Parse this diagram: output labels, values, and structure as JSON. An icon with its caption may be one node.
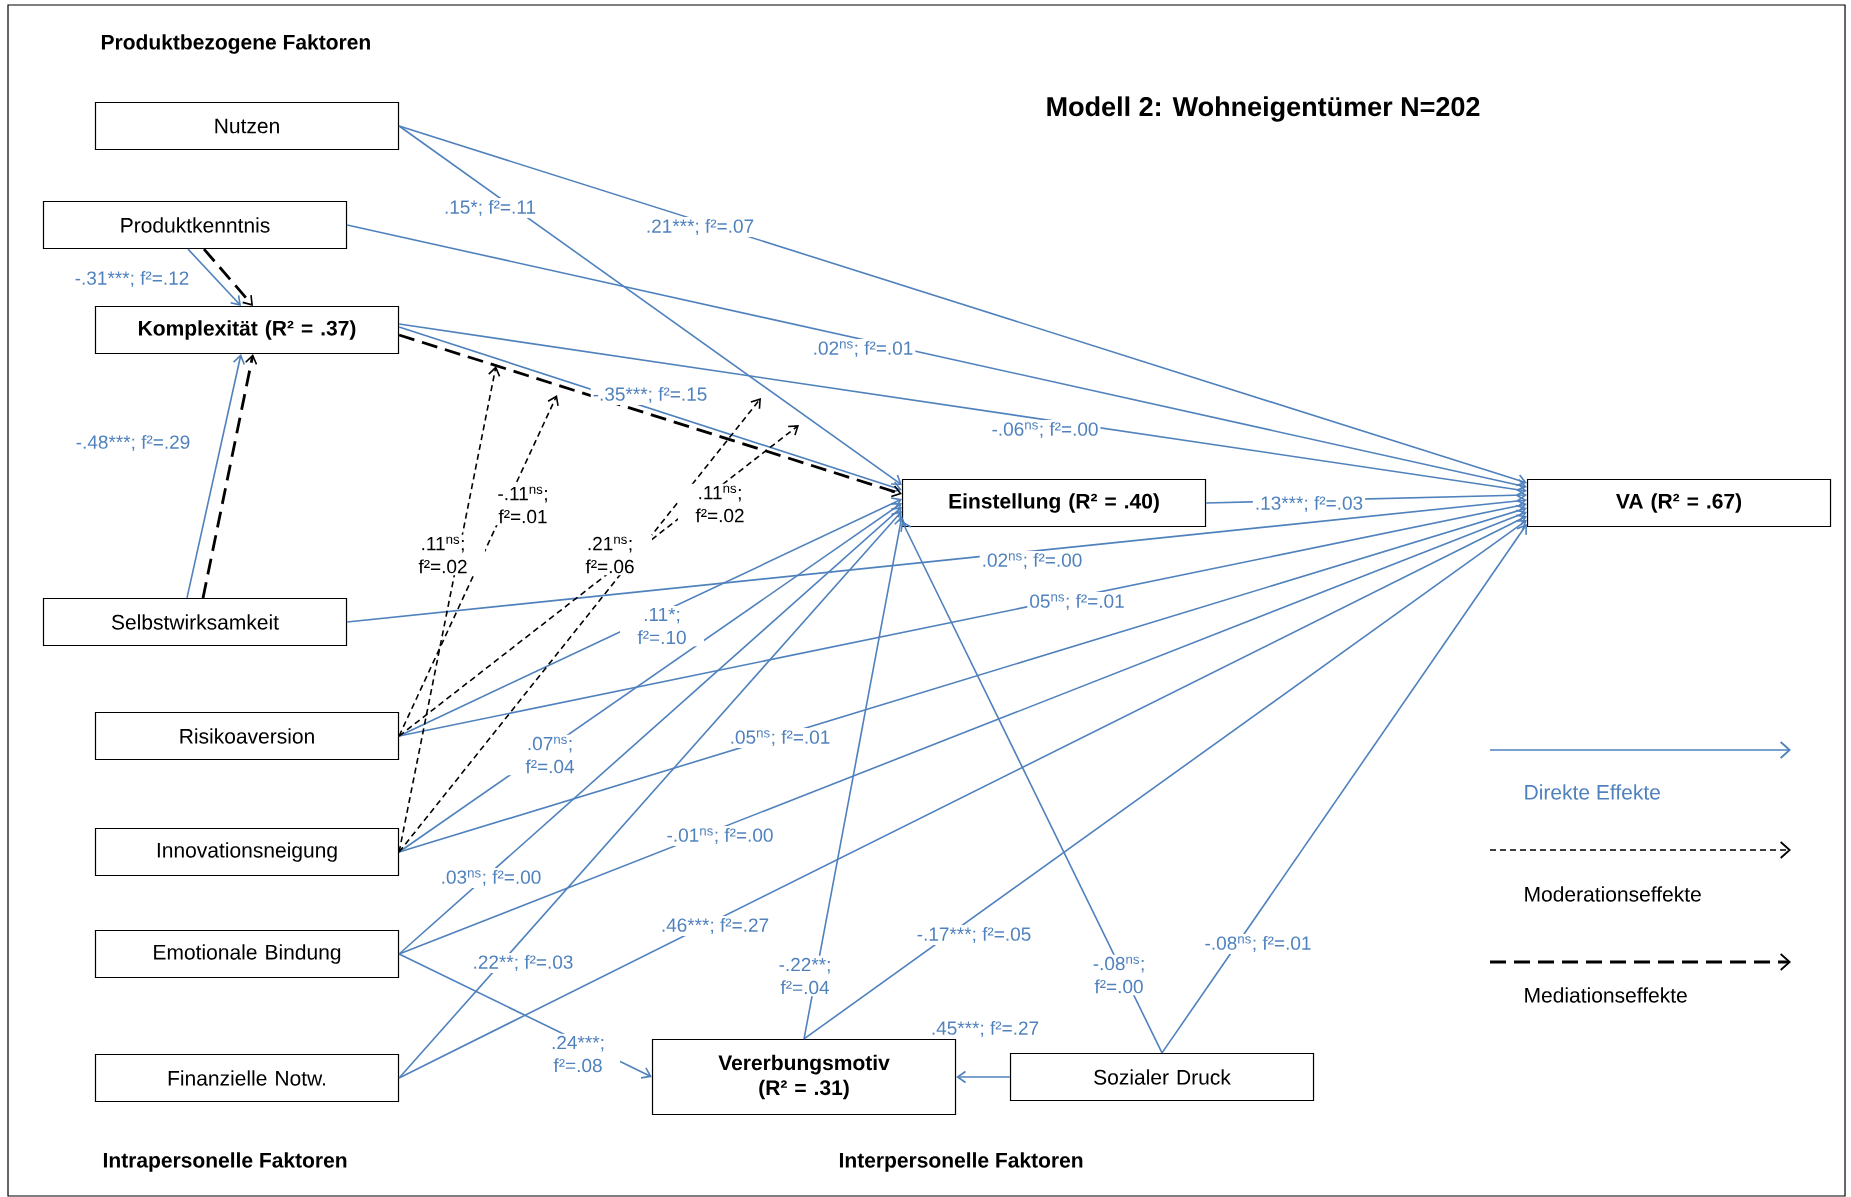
{
  "diagram": {
    "title": "Modell 2: Wohneigentümer N=202",
    "nodes": [
      {
        "text": [
          "Nutzen"
        ]
      },
      {
        "text": [
          "Produktkenntnis"
        ]
      },
      {
        "text": [
          "Komplexität (R² = .37)"
        ]
      },
      {
        "text": [
          "Selbstwirksamkeit"
        ]
      },
      {
        "text": [
          "Risikoaversion"
        ]
      },
      {
        "text": [
          "Innovationsneigung"
        ]
      },
      {
        "text": [
          "Emotionale Bindung"
        ]
      },
      {
        "text": [
          "Finanzielle Notw."
        ]
      },
      {
        "text": [
          "Einstellung (R² = .40)"
        ]
      },
      {
        "text": [
          "VA (R² = .67)"
        ]
      },
      {
        "text": [
          "Vererbungsmotiv (R² = .31)"
        ]
      },
      {
        "text": [
          "Sozialer Druck"
        ]
      }
    ],
    "edges": [
      {
        "from": 0,
        "to": 8,
        "arrow": "to",
        "label": ".15*; f²=.11"
      },
      {
        "from": 0,
        "to": 9,
        "arrow": "to",
        "label": ".21***; f²=.07"
      },
      {
        "from": 1,
        "to": 2,
        "arrow": "to",
        "label": "-.31***; f²=.12"
      },
      {
        "from": 1,
        "to": 9,
        "arrow": "to",
        "label": ".02$^{ns}$; f²=.01"
      },
      {
        "from": 2,
        "to": 9,
        "arrow": "to",
        "label": "-.06$^{ns}$; f²=.00"
      },
      {
        "from": 2,
        "to": 8,
        "arrow": "to",
        "label": "-.35***; f²=.15"
      },
      {
        "from": 3,
        "to": 2,
        "arrow": "to",
        "label": "-.48***; f²=.29"
      },
      {
        "from": 3,
        "to": 9,
        "arrow": "to",
        "label": ".02$^{ns}$; f²=.00"
      },
      {
        "from": 4,
        "to": 9,
        "arrow": "to",
        "label": "05$^{ns}$; f²=.01"
      },
      {
        "from": 4,
        "to": 8,
        "arrow": "to",
        "label": ".11*; f²=.10"
      },
      {
        "from": 5,
        "to": 8,
        "arrow": "to",
        "label": ".07$^{ns}$; f²=.04"
      },
      {
        "from": 5,
        "to": 9,
        "arrow": "to",
        "label": ".05$^{ns}$; f²=.01"
      },
      {
        "from": 6,
        "to": 8,
        "arrow": "to",
        "label": ".03$^{ns}$; f²=.00"
      },
      {
        "from": 6,
        "to": 9,
        "arrow": "to",
        "label": "-.01$^{ns}$; f²=.00"
      },
      {
        "from": 6,
        "to": 10,
        "arrow": "to",
        "label": ".24***; f²=.08"
      },
      {
        "from": 7,
        "to": 8,
        "arrow": "to",
        "label": ".22**; f²=.03"
      },
      {
        "from": 7,
        "to": 9,
        "arrow": "to",
        "label": ".46***; f²=.27"
      },
      {
        "from": 10,
        "to": 8,
        "arrow": "to",
        "label": "-.22**; f²=.04"
      },
      {
        "from": 10,
        "to": 9,
        "arrow": "to",
        "label": "-.17***; f²=.05"
      },
      {
        "from": 11,
        "to": 8,
        "arrow": "to",
        "label": "-.08$^{ns}$; f²=.00"
      },
      {
        "from": 11,
        "to": 9,
        "arrow": "to",
        "label": "-.08$^{ns}$; f²=.01"
      },
      {
        "from": 11,
        "to": 10,
        "arrow": "to",
        "label": ".45***; f²=.27"
      },
      {
        "from": 8,
        "to": 9,
        "arrow": "to",
        "label": ".13***; f²=.03"
      },
      {
        "from": 1,
        "to": 2,
        "arrow": "to",
        "style": "dashed",
        "color": "#000000"
      },
      {
        "from": 3,
        "to": 2,
        "arrow": "to",
        "style": "dashed",
        "color": "#000000"
      },
      {
        "from": 2,
        "to": 8,
        "arrow": "to",
        "style": "dashed",
        "color": "#000000"
      },
      {
        "from": 5,
        "to": null,
        "arrow": "to",
        "style": "dashed",
        "color": "#000000",
        "label": ".11$^{ns}$; f²=.02"
      },
      {
        "from": 4,
        "to": null,
        "arrow": "to",
        "style": "dashed",
        "color": "#000000",
        "label": "-.11$^{ns}$; f²=.01"
      },
      {
        "from": 5,
        "to": null,
        "arrow": "to",
        "style": "dashed",
        "color": "#000000",
        "label": ".21$^{ns}$; f²=.06"
      },
      {
        "from": 4,
        "to": null,
        "arrow": "to",
        "style": "dashed",
        "color": "#000000",
        "label": ".11$^{ns}$; f²=.02"
      }
    ],
    "labels": [
      "Produktbezogene Faktoren",
      "Intrapersonelle Faktoren",
      "Interpersonelle Faktoren"
    ],
    "legend": [
      {
        "text": "Direkte Effekte"
      },
      {
        "text": "Moderationseffekte"
      },
      {
        "text": "Mediationseffekte"
      }
    ]
  }
}
